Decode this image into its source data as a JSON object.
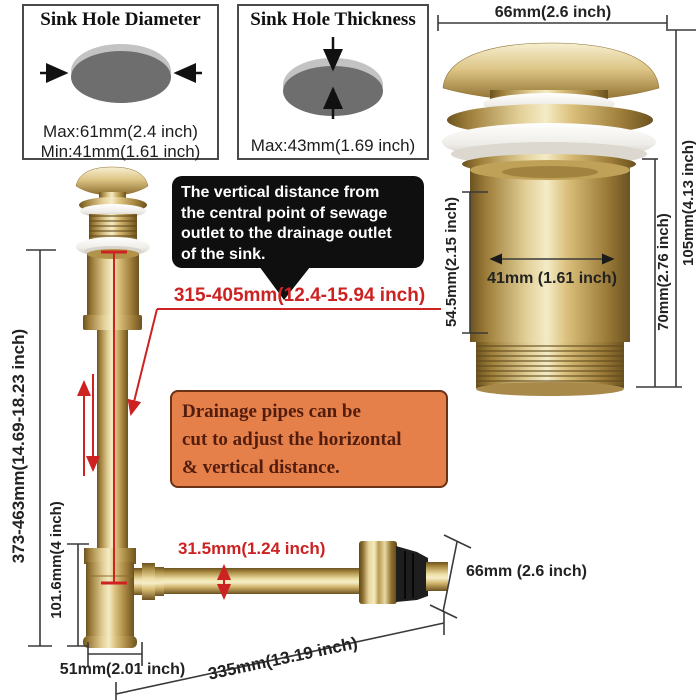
{
  "colors": {
    "brass_light": "#f4ebc6",
    "brass_mid": "#c9a85c",
    "brass_dark": "#6b5220",
    "annotation_red": "#cc2222",
    "dim_line": "#3a3a3a",
    "bubble_bg": "#0f0f0f",
    "bubble_text": "#ffffff",
    "note_bg": "#e5804a",
    "note_border": "#6b3015",
    "note_text": "#521d0e",
    "hole_gray_light": "#c3c3c3",
    "hole_gray_dark": "#6e6e6e",
    "rubber_black": "#1e1e1e",
    "gasket_white": "#efede8"
  },
  "info_boxes": {
    "diameter": {
      "title": "Sink Hole Diameter",
      "line1": "Max:61mm(2.4 inch)",
      "line2": "Min:41mm(1.61 inch)"
    },
    "thickness": {
      "title": "Sink Hole Thickness",
      "line1": "Max:43mm(1.69 inch)"
    }
  },
  "callout_bubble": {
    "line1": "The vertical distance from",
    "line2": "the central point of sewage",
    "line3": "outlet to the drainage outlet",
    "line4": "of the sink."
  },
  "range_label": "315-405mm(12.4-15.94 inch)",
  "note_box": {
    "line1": "Drainage pipes can be",
    "line2": "cut to adjust the horizontal",
    "line3": "& vertical distance."
  },
  "dimensions": {
    "right_cap_width": "66mm(2.6 inch)",
    "right_total_height": "105mm(4.13 inch)",
    "right_below_flange_height": "70mm(2.76 inch)",
    "right_body_height": "54.5mm(2.15 inch)",
    "right_body_diameter": "41mm (1.61 inch)",
    "left_total_height": "373-463mm(14.69-18.23 inch)",
    "trap_height": "101.6mm(4 inch)",
    "trap_diameter": "51mm(2.01 inch)",
    "pipe_length": "335mm(13.19 inch)",
    "pipe_diameter": "31.5mm(1.24 inch)",
    "outlet_end_length": "66mm (2.6 inch)"
  }
}
